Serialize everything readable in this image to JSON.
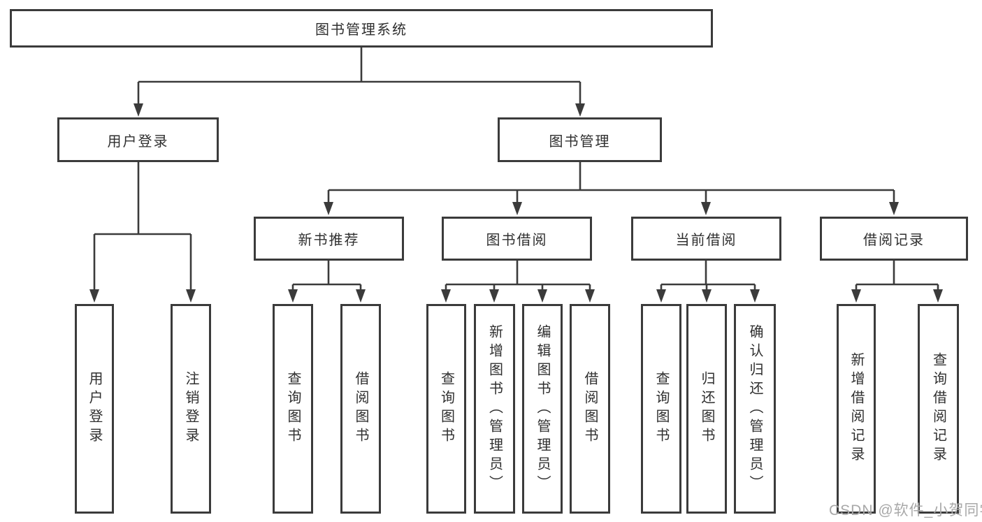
{
  "colors": {
    "line": "#3b3b3b",
    "box_border": "#3b3b3b",
    "text": "#2f2f2f",
    "watermark": "#a8a8a8",
    "background": "#ffffff"
  },
  "diagram": {
    "type": "tree-diagram",
    "nodes": {
      "root": "图书管理系统",
      "user_login": "用户登录",
      "book_mgmt": "图书管理",
      "new_books": "新书推荐",
      "book_borrow": "图书借阅",
      "current_borrow": "当前借阅",
      "borrow_records": "借阅记录",
      "ul_login": "用户登录",
      "ul_logout": "注销登录",
      "nb_query": "查询图书",
      "nb_borrow": "借阅图书",
      "bb_query": "查询图书",
      "bb_add": "新增图书（管理员）",
      "bb_edit": "编辑图书（管理员）",
      "bb_borrow": "借阅图书",
      "cb_query": "查询图书",
      "cb_return": "归还图书",
      "cb_confirm": "确认归还（管理员）",
      "br_add": "新增借阅记录",
      "br_query": "查询借阅记录"
    }
  },
  "watermark": {
    "text": "CSDN @软件_小贺同学"
  }
}
